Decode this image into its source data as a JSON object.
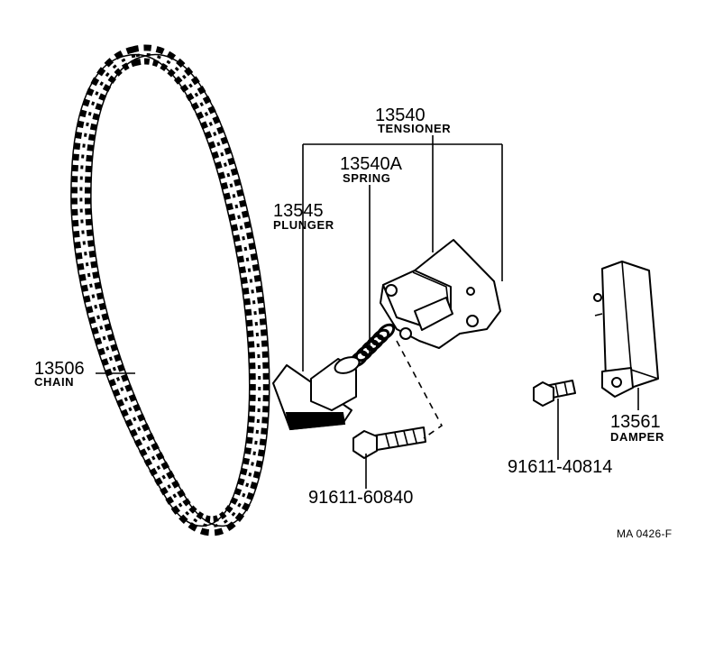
{
  "parts": {
    "tensioner": {
      "number": "13540",
      "name": "TENSIONER"
    },
    "spring": {
      "number": "13540A",
      "name": "SPRING"
    },
    "plunger": {
      "number": "13545",
      "name": "PLUNGER"
    },
    "chain": {
      "number": "13506",
      "name": "CHAIN"
    },
    "damper": {
      "number": "13561",
      "name": "DAMPER"
    },
    "bolt_long": {
      "number": "91611-60840"
    },
    "bolt_short": {
      "number": "91611-40814"
    }
  },
  "figure_code": "MA 0426-F"
}
